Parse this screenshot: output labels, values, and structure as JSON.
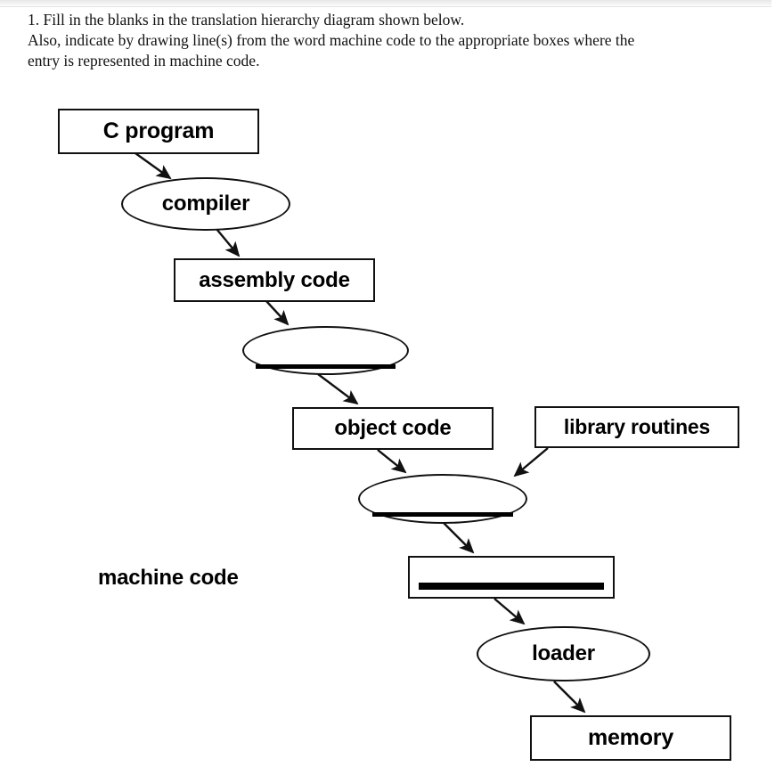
{
  "question": {
    "lines": [
      "1. Fill in the blanks in the translation hierarchy diagram shown below.",
      "Also, indicate by drawing line(s) from the word machine code to the appropriate boxes where the",
      "entry is represented in machine code."
    ]
  },
  "diagram": {
    "title": "translation hierarchy",
    "ink_color": "#111111",
    "paper_color": "#ffffff",
    "free_label": "machine code",
    "nodes": [
      {
        "id": "c-program",
        "label": "C program",
        "shape": "box",
        "filled": true
      },
      {
        "id": "compiler",
        "label": "compiler",
        "shape": "ellipse",
        "filled": true
      },
      {
        "id": "assembly-code",
        "label": "assembly code",
        "shape": "box",
        "filled": true
      },
      {
        "id": "blank-assembler",
        "label": "",
        "shape": "ellipse",
        "filled": false
      },
      {
        "id": "object-code",
        "label": "object code",
        "shape": "box",
        "filled": true
      },
      {
        "id": "library-routines",
        "label": "library routines",
        "shape": "box",
        "filled": true
      },
      {
        "id": "blank-linker",
        "label": "",
        "shape": "ellipse",
        "filled": false
      },
      {
        "id": "blank-executable",
        "label": "",
        "shape": "box",
        "filled": false
      },
      {
        "id": "loader",
        "label": "loader",
        "shape": "ellipse",
        "filled": true
      },
      {
        "id": "memory",
        "label": "memory",
        "shape": "box",
        "filled": true
      }
    ],
    "edges": [
      {
        "from": "c-program",
        "to": "compiler"
      },
      {
        "from": "compiler",
        "to": "assembly-code"
      },
      {
        "from": "assembly-code",
        "to": "blank-assembler"
      },
      {
        "from": "blank-assembler",
        "to": "object-code"
      },
      {
        "from": "object-code",
        "to": "blank-linker"
      },
      {
        "from": "library-routines",
        "to": "blank-linker"
      },
      {
        "from": "blank-linker",
        "to": "blank-executable"
      },
      {
        "from": "blank-executable",
        "to": "loader"
      },
      {
        "from": "loader",
        "to": "memory"
      }
    ]
  }
}
